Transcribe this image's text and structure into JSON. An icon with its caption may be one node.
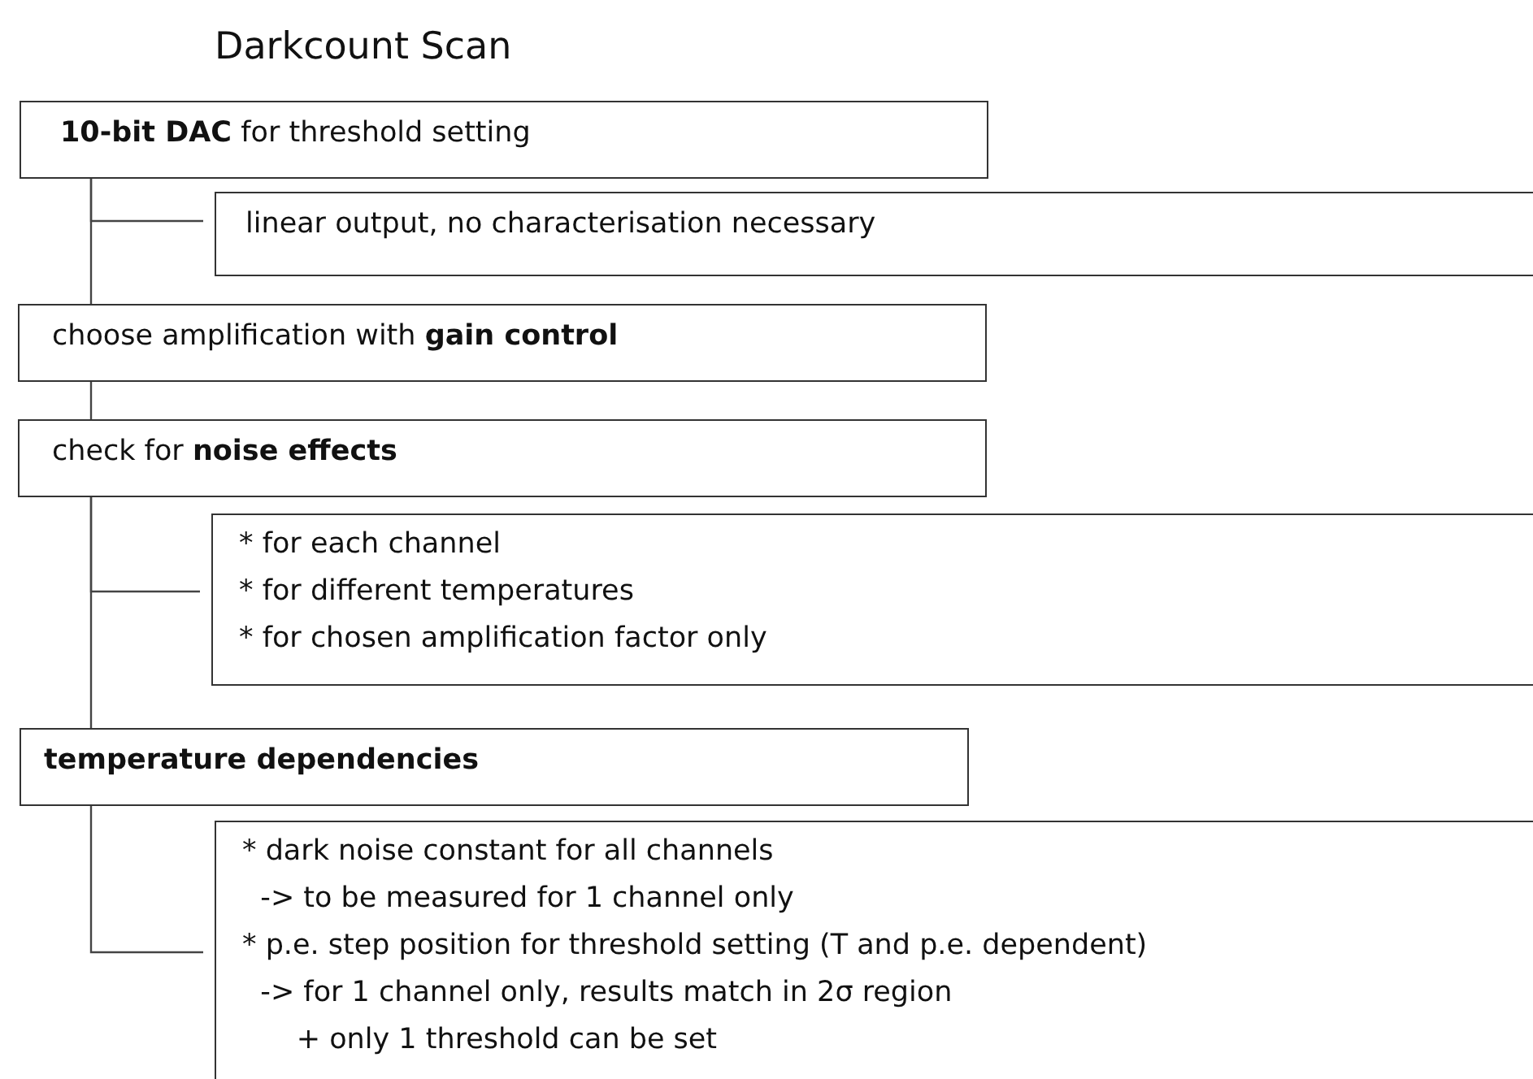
{
  "diagram": {
    "title": "Darkcount Scan",
    "nodes": [
      {
        "text": [
          "**10-bit DAC** for threshold setting"
        ]
      },
      {
        "text": [
          "linear output, no characterisation necessary"
        ]
      },
      {
        "text": [
          "choose amplification with **gain control**"
        ]
      },
      {
        "text": [
          "check for **noise effects**"
        ]
      },
      {
        "text": [
          "* for each channel",
          "* for different temperatures",
          "* for chosen amplification factor only"
        ]
      },
      {
        "text": [
          "temperature dependencies"
        ]
      },
      {
        "text": [
          "* dark noise constant for all channels",
          "  -> to be measured for 1 channel only",
          "* p.e. step position for threshold setting (T and p.e. dependent)",
          "  -> for 1 channel only, results match in 2σ region",
          "      + only 1 threshold can be set"
        ]
      }
    ],
    "edges": [
      {
        "from": 0,
        "to": 1,
        "arrow": "none"
      },
      {
        "from": 0,
        "to": 2,
        "arrow": "none"
      },
      {
        "from": 2,
        "to": 3,
        "arrow": "none"
      },
      {
        "from": 3,
        "to": 4,
        "arrow": "none"
      },
      {
        "from": 3,
        "to": 5,
        "arrow": "none"
      },
      {
        "from": 5,
        "to": 6,
        "arrow": "none"
      }
    ]
  }
}
